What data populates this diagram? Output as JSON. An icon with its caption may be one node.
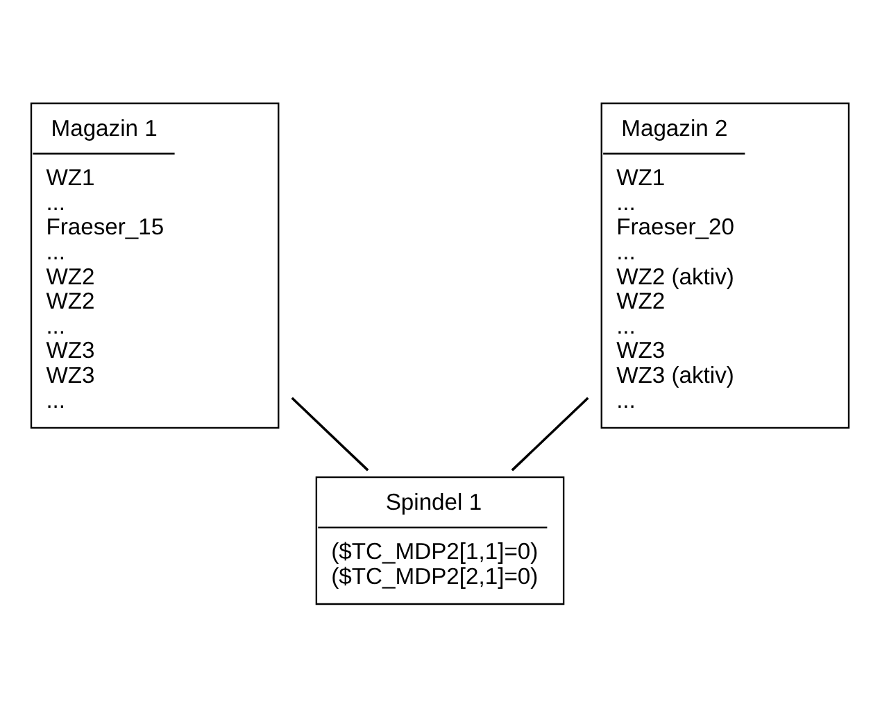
{
  "diagram": {
    "nodes": [
      {
        "text": [
          "Magazin 1",
          "WZ1",
          "...",
          "Fraeser_15",
          "...",
          "WZ2",
          "WZ2",
          "...",
          "WZ3",
          "WZ3",
          "..."
        ]
      },
      {
        "text": [
          "Magazin 2",
          "WZ1",
          "...",
          "Fraeser_20",
          "...",
          "WZ2 (aktiv)",
          "WZ2",
          "...",
          "WZ3",
          "WZ3 (aktiv)",
          "..."
        ]
      },
      {
        "text": [
          "Spindel 1",
          "($TC_MDP2[1,1]=0)",
          "($TC_MDP2[2,1]=0)"
        ]
      }
    ],
    "edges": [
      {
        "from": 0,
        "to": 2,
        "arrow": "none"
      },
      {
        "from": 1,
        "to": 2,
        "arrow": "none"
      }
    ]
  }
}
